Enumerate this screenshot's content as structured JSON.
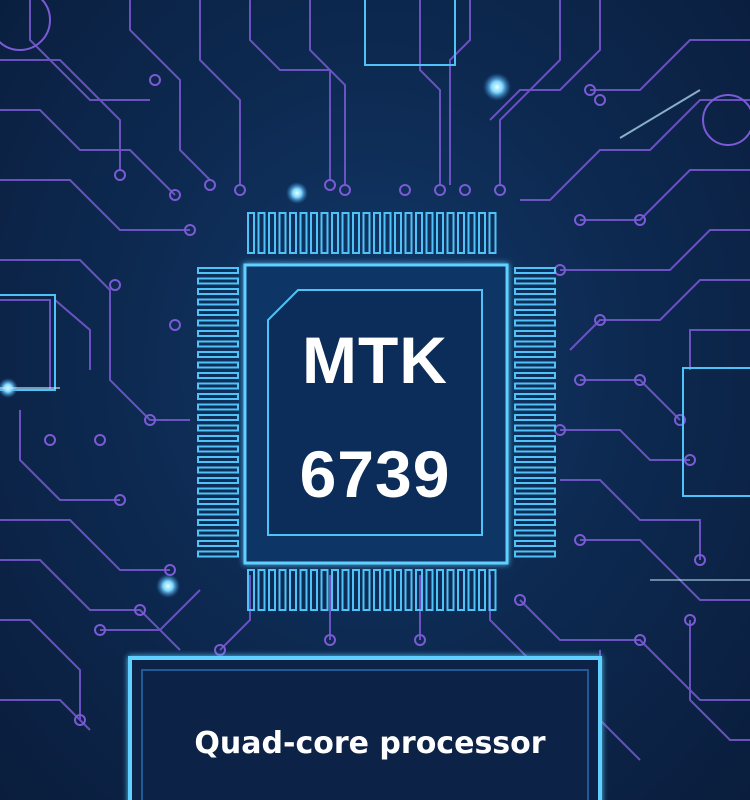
{
  "chip": {
    "line1": "MTK",
    "line2": "6739"
  },
  "caption": "Quad-core processor",
  "colors": {
    "background": "#0d2a52",
    "trace": "#7b5ad6",
    "chip_outline": "#4fc3f7",
    "glow": "#9fe4ff",
    "text": "#ffffff"
  }
}
